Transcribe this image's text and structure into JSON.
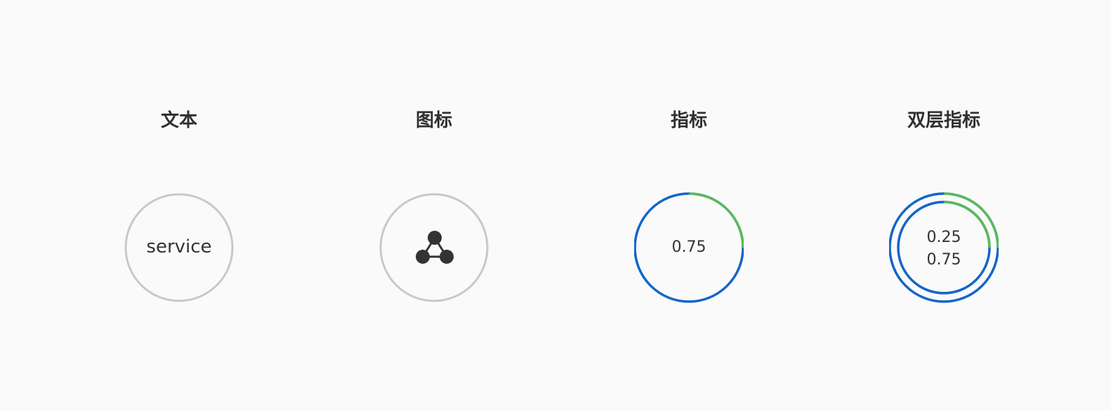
{
  "columns": [
    {
      "title": "文本",
      "node": {
        "kind": "text",
        "label": "service"
      }
    },
    {
      "title": "图标",
      "node": {
        "kind": "icon",
        "icon": "network-nodes-icon"
      }
    },
    {
      "title": "指标",
      "node": {
        "kind": "metric",
        "value_label": "0.75",
        "value": 0.25
      }
    },
    {
      "title": "双层指标",
      "node": {
        "kind": "double-metric",
        "inner_label": "0.25",
        "outer_label": "0.75",
        "inner_value": 0.25,
        "outer_value": 0.25
      }
    }
  ],
  "colors": {
    "background": "#fafafa",
    "neutral_ring": "#c8c8c8",
    "blue": "#1565c8",
    "green": "#5cb85c",
    "text": "#333333"
  }
}
